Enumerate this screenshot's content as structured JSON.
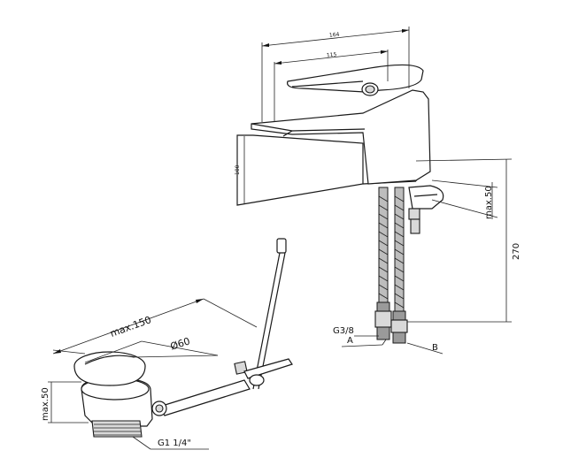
{
  "labels": {
    "dim_164": "164",
    "dim_115": "115",
    "dim_100": "100",
    "dim_max50_top": "max.50",
    "dim_270": "270",
    "thread_g38": "G3/8",
    "port_a": "A",
    "port_b": "B",
    "dim_max150": "max.150",
    "dim_d60": "Ø60",
    "dim_max50_bottom": "max.50",
    "thread_g114": "G1 1/4\""
  }
}
